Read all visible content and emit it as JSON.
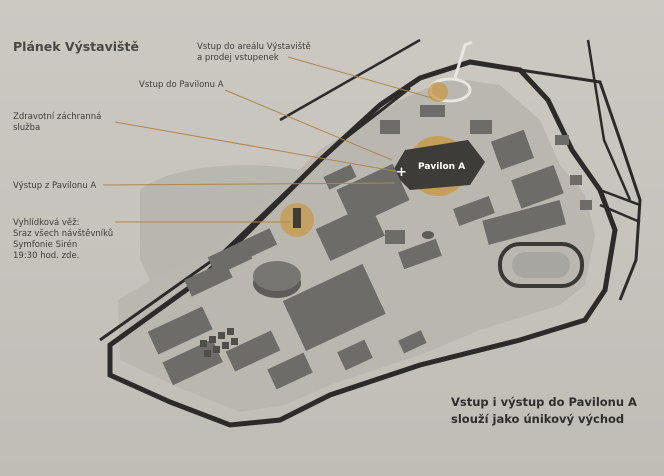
{
  "title": "Plánek Výstaviště",
  "labels": {
    "main_entrance": "Vstup do areálu Výstaviště\na prodej vstupenek",
    "pavilion_entrance": "Vstup do Pavilonu A",
    "ambulance": "Zdravotní záchranná\nslužba",
    "pavilion_exit": "Výstup z Pavilonu A",
    "lookout": "Vyhlídková věž:\nSraz všech návštěvníků\nSymfonie Sirén\n19:30 hod. zde."
  },
  "pavilion_name": "Pavilon A",
  "entrance_marker": "+",
  "note": "Vstup i výstup do Pavilonu A\nslouží jako únikový východ",
  "colors": {
    "background": "#c8c6bf",
    "building": "#6d6c69",
    "building_roof": "#8e8d89",
    "road": "#2c2b29",
    "highlight": "#c89a45",
    "leader_line": "#b0874a"
  }
}
